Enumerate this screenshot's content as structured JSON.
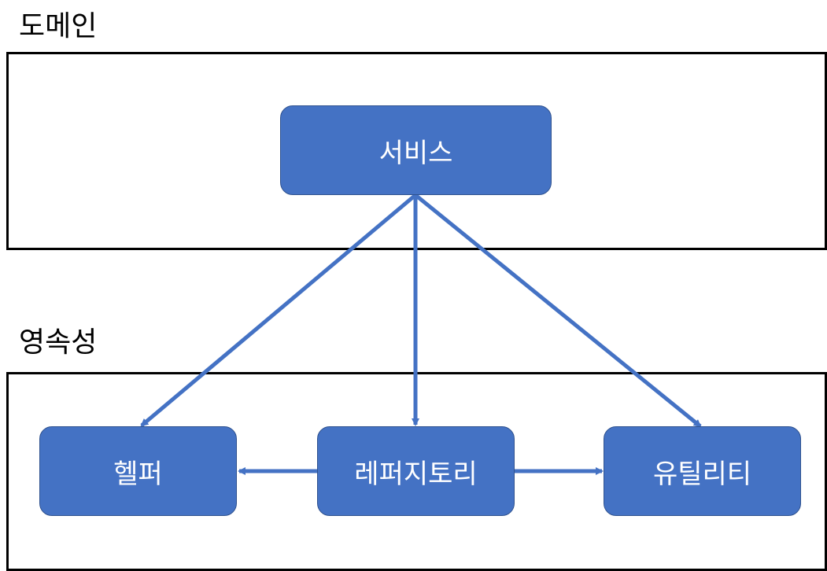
{
  "layers": {
    "domain": {
      "label": "도메인"
    },
    "persistence": {
      "label": "영속성"
    }
  },
  "nodes": {
    "service": "서비스",
    "helper": "헬퍼",
    "repository": "레퍼지토리",
    "utility": "유틸리티"
  },
  "edges": [
    {
      "from": "서비스",
      "to": "헬퍼"
    },
    {
      "from": "서비스",
      "to": "레퍼지토리"
    },
    {
      "from": "서비스",
      "to": "유틸리티"
    },
    {
      "from": "레퍼지토리",
      "to": "헬퍼"
    },
    {
      "from": "레퍼지토리",
      "to": "유틸리티"
    }
  ],
  "colors": {
    "node_fill": "#4472c4",
    "node_border": "#2f528f",
    "arrow": "#4472c4",
    "box_border": "#000000"
  }
}
